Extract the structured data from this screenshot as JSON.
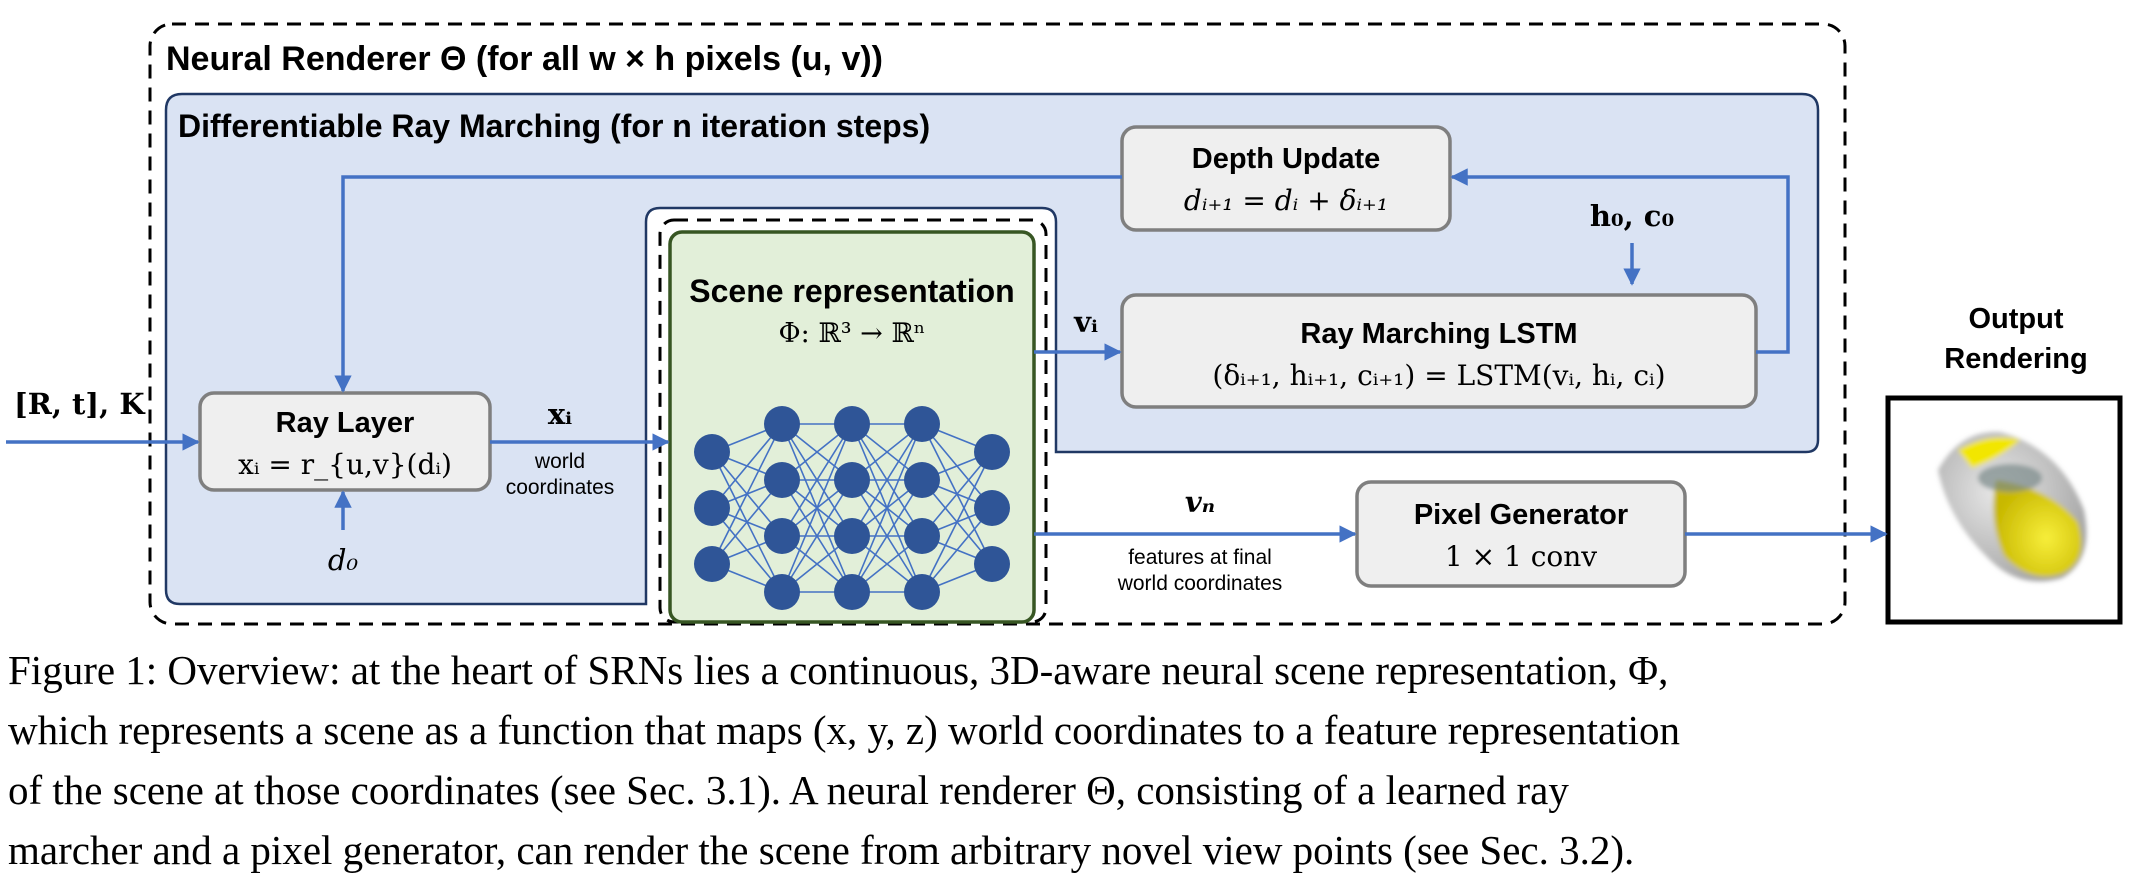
{
  "regions": {
    "neural_renderer_title": "Neural Renderer Θ (for all w × h pixels (u, v))",
    "ray_marching_title": "Differentiable Ray Marching (for n iteration steps)"
  },
  "nodes": {
    "depth_update": {
      "title": "Depth Update",
      "formula": "dᵢ₊₁ = dᵢ + δᵢ₊₁"
    },
    "ray_marching_lstm": {
      "title": "Ray Marching LSTM",
      "formula": "(δᵢ₊₁, hᵢ₊₁, cᵢ₊₁) = LSTM(vᵢ, hᵢ, cᵢ)"
    },
    "ray_layer": {
      "title": "Ray Layer",
      "formula": "xᵢ = r_{u,v}(dᵢ)"
    },
    "scene_representation": {
      "title": "Scene representation",
      "formula": "Φ: ℝ³ → ℝⁿ"
    },
    "pixel_generator": {
      "title": "Pixel Generator",
      "formula": "1 × 1 conv"
    },
    "output_rendering": {
      "title_line1": "Output",
      "title_line2": "Rendering"
    }
  },
  "edge_labels": {
    "camera_input": "[R, t], K",
    "h0_c0": "h₀, c₀",
    "d0": "d₀",
    "xi": "xᵢ",
    "world_line1": "world",
    "world_line2": "coordinates",
    "vi": "vᵢ",
    "vn": "vₙ",
    "features_line1": "features at final",
    "features_line2": "world coordinates"
  },
  "network_layers": [
    3,
    4,
    4,
    4,
    3
  ],
  "colors": {
    "accent": "#4472c4",
    "ray_marching_fill": "#dae3f3",
    "ray_marching_border": "#203864",
    "scene_fill": "#e2efd9",
    "scene_border": "#375623",
    "node_fill": "#efefef",
    "node_border": "#7f7f7f",
    "neuron": "#2f5597",
    "car_body": "#d0d0d0",
    "car_yellow": "#f2e600"
  },
  "caption": {
    "line1": "Figure 1: Overview: at the heart of SRNs lies a continuous, 3D-aware neural scene representation, Φ,",
    "line2": "which represents a scene as a function that maps (x, y, z) world coordinates to a feature representation",
    "line3": "of the scene at those coordinates (see Sec. 3.1).  A neural renderer Θ, consisting of a learned ray",
    "line4": "marcher and a pixel generator, can render the scene from arbitrary novel view points (see Sec. 3.2)."
  }
}
